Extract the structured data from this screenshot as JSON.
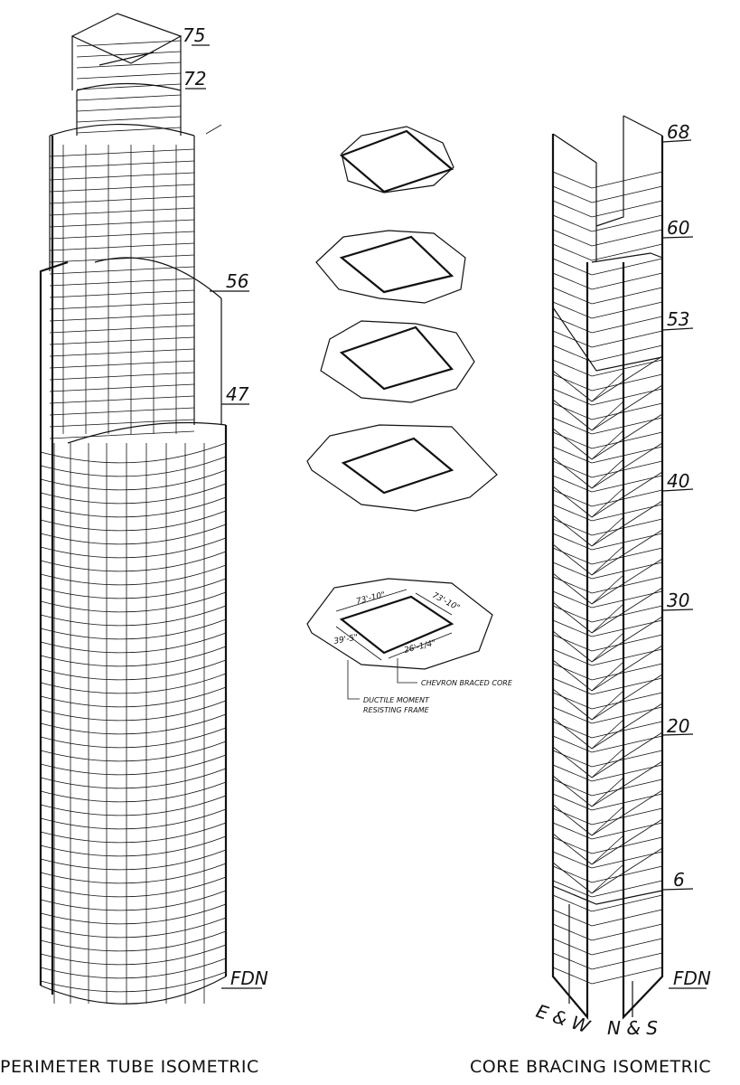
{
  "perimeter": {
    "levels": [
      "75",
      "72",
      "56",
      "47",
      "FDN"
    ],
    "caption": "PERIMETER TUBE ISOMETRIC"
  },
  "core": {
    "levels": [
      "68",
      "60",
      "53",
      "40",
      "30",
      "20",
      "6",
      "FDN"
    ],
    "faces": [
      "E & W",
      "N & S"
    ],
    "caption": "CORE BRACING ISOMETRIC"
  },
  "plan": {
    "dims": [
      "73'-10\"",
      "73'-10\"",
      "39'-5\"",
      "26'-1/4\""
    ],
    "callouts": [
      "CHEVRON BRACED CORE",
      "DUCTILE MOMENT",
      "RESISTING FRAME"
    ]
  }
}
